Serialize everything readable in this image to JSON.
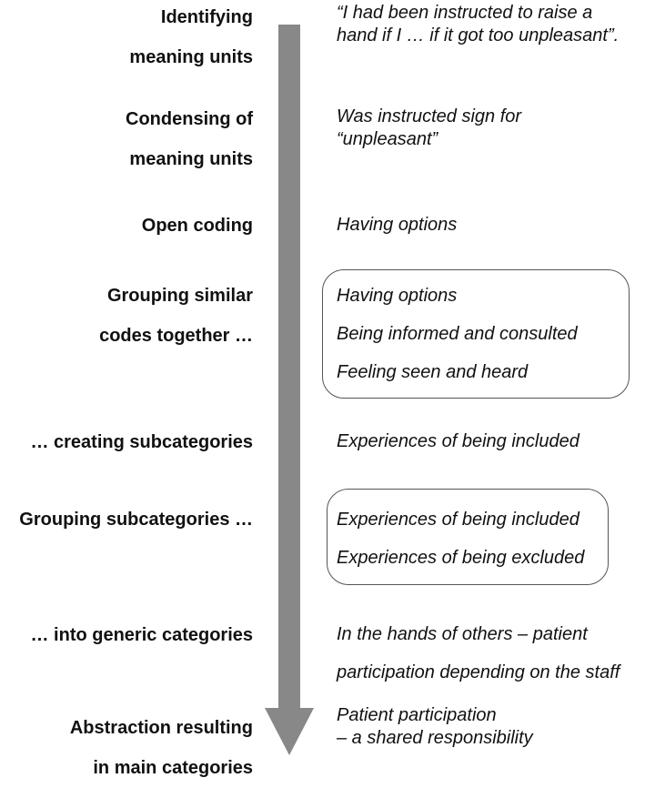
{
  "arrow_color": "#888888",
  "steps": [
    {
      "label": [
        "Identifying",
        "meaning units"
      ],
      "example": [
        "“I had been instructed to raise a",
        "hand if I … if it got too unpleasant”."
      ]
    },
    {
      "label": [
        "Condensing of",
        "meaning units"
      ],
      "example": [
        "Was instructed sign for",
        "“unpleasant”"
      ]
    },
    {
      "label": [
        "Open coding"
      ],
      "example": [
        "Having options"
      ]
    },
    {
      "label": [
        "Grouping similar",
        "codes together …"
      ],
      "example": [
        "Having options",
        "Being informed and consulted",
        "Feeling seen and heard"
      ]
    },
    {
      "label": [
        "… creating subcategories"
      ],
      "example": [
        "Experiences of being included"
      ]
    },
    {
      "label": [
        "Grouping subcategories …"
      ],
      "example": [
        "Experiences of being included",
        "Experiences of being excluded"
      ]
    },
    {
      "label": [
        "… into generic categories"
      ],
      "example": [
        "In the hands of others – patient",
        "participation depending on the staff"
      ]
    },
    {
      "label": [
        "Abstraction resulting",
        "in main categories"
      ],
      "example": [
        "Patient participation",
        "– a shared responsibility"
      ]
    }
  ]
}
